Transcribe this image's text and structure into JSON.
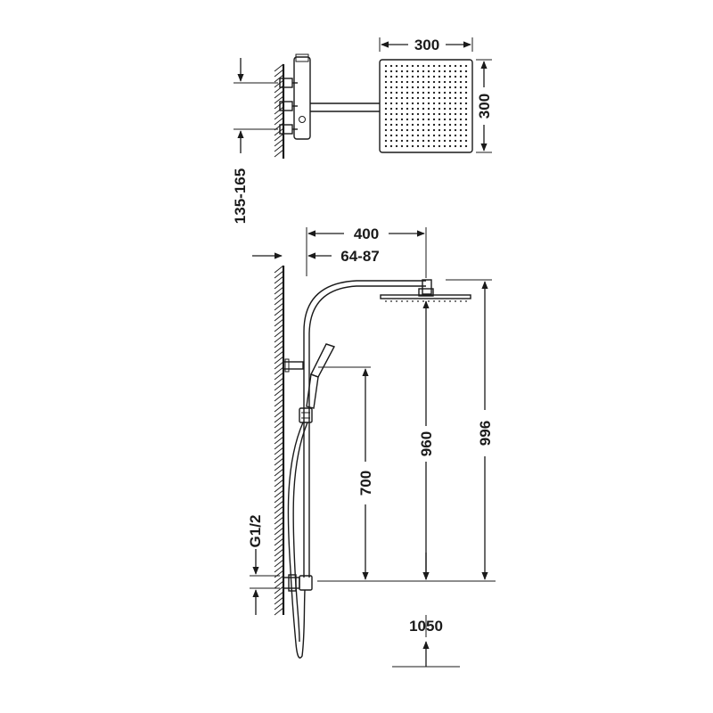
{
  "dimensions": {
    "top_width": "300",
    "top_height": "300",
    "mixer_offset": "135-165",
    "arm_length": "400",
    "wall_offset": "64-87",
    "handshower_height": "700",
    "head_height": "960",
    "overall_height": "996",
    "inlet_thread": "G1/2",
    "floor_height": "1050"
  },
  "colors": {
    "ink": "#1a1a1a",
    "background": "#ffffff"
  }
}
